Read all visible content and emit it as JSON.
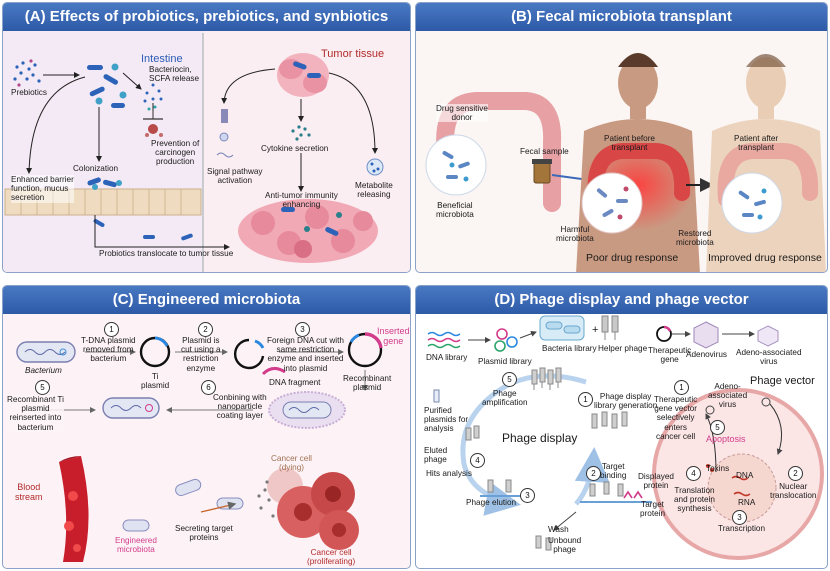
{
  "panelA": {
    "title": "(A) Effects of probiotics,  prebiotics, and synbiotics",
    "intestine": "Intestine",
    "tumor_tissue": "Tumor tissue",
    "prebiotics": "Prebiotics",
    "bacteriocin": "Bacteriocin,\nSCFA release",
    "enhanced_barrier": "Enhanced barrier\nfunction, mucus\nsecretion",
    "colonization": "Colonization",
    "prevention": "Prevention of\ncarcinogen\nproduction",
    "signal_pathway": "Signal pathway\nactivation",
    "cytokine": "Cytokine secretion",
    "metabolite": "Metabolite\nreleasing",
    "anti_tumor": "Anti-tumor immunity\nenhancing",
    "translocate": "Probiotics translocate to tumor tissue"
  },
  "panelB": {
    "title": "(B) Fecal microbiota transplant",
    "donor": "Drug sensitive\ndonor",
    "fecal_sample": "Fecal sample",
    "beneficial": "Beneficial\nmicrobiota",
    "patient_before": "Patient before\ntransplant",
    "patient_after": "Patient after\ntransplant",
    "harmful": "Harmful\nmicrobiota",
    "restored": "Restored\nmicrobiota",
    "poor": "Poor drug response",
    "improved": "Improved drug response"
  },
  "panelC": {
    "title": "(C) Engineered microbiota",
    "bacterium": "Bacterium",
    "step1": "1",
    "step1_text": "T-DNA plasmid\nremoved from\nbacterium",
    "ti_plasmid": "Ti\nplasmid",
    "step2": "2",
    "step2_text": "Plasmid is\ncut using a\nrestriction\nenzyme",
    "step3": "3",
    "step3_text": "Foreign DNA cut with\nsame restriction\nenzyme and inserted\ninto plasmid",
    "inserted_gene": "Inserted\ngene",
    "dna_fragment": "DNA fragment",
    "recombinant": "Recombinant\nplasmid",
    "step5": "5",
    "step5_text": "Recombinant Ti\nplasmid\nreinserted into\nbacterium",
    "step6": "6",
    "step6_text": "Conbining with\nnanoparticle\ncoating layer",
    "cancer_dying": "Cancer cell\n(dying)",
    "blood_stream": "Blood\nstream",
    "engineered": "Engineered\nmicrobiota",
    "secreting": "Secreting target\nproteins",
    "cancer_prolif": "Cancer cell\n(proliferating)"
  },
  "panelD": {
    "title": "(D) Phage display and phage vector",
    "dna_library": "DNA library",
    "plasmid_library": "Plasmid library",
    "bacteria_library": "Bacteria library",
    "plus": "+",
    "helper_phage": "Helper phage",
    "therapeutic_gene": "Therapeutic\ngene",
    "adenovirus": "Adenovirus",
    "aav": "Adeno-associated\nvirus",
    "step5": "5",
    "phage_amp": "Phage\namplification",
    "step1": "1",
    "phage_lib_gen": "Phage display\nlibrary generation",
    "purified": "Purified\nplasmids for\nanalysis",
    "phage_display": "Phage display",
    "eluted": "Eluted\nphage",
    "step4": "4",
    "hits": "Hits analysis",
    "step2": "2",
    "target_binding": "Target\nbinding",
    "displayed_protein": "Displayed\nprotein",
    "target_protein": "Target\nprotein",
    "step3": "3",
    "phage_elution": "Phage elution",
    "wash": "Wash",
    "unbound": "Unbound\nphage",
    "phage_vector": "Phage vector",
    "v1": "1",
    "v1_text": "Therapeutic\ngene vector\nselectively\nenters\ncancer cell",
    "adeno_assoc": "Adeno-\nassociated\nvirus",
    "v5": "5",
    "apoptosis": "Apoptosis",
    "toxins": "Toxins",
    "dna": "DNA",
    "rna": "RNA",
    "v4": "4",
    "translation": "Translation\nand protein\nsynthesis",
    "v2": "2",
    "nuclear": "Nuclear\ntranslocation",
    "v3": "3",
    "transcription": "Transcription"
  }
}
